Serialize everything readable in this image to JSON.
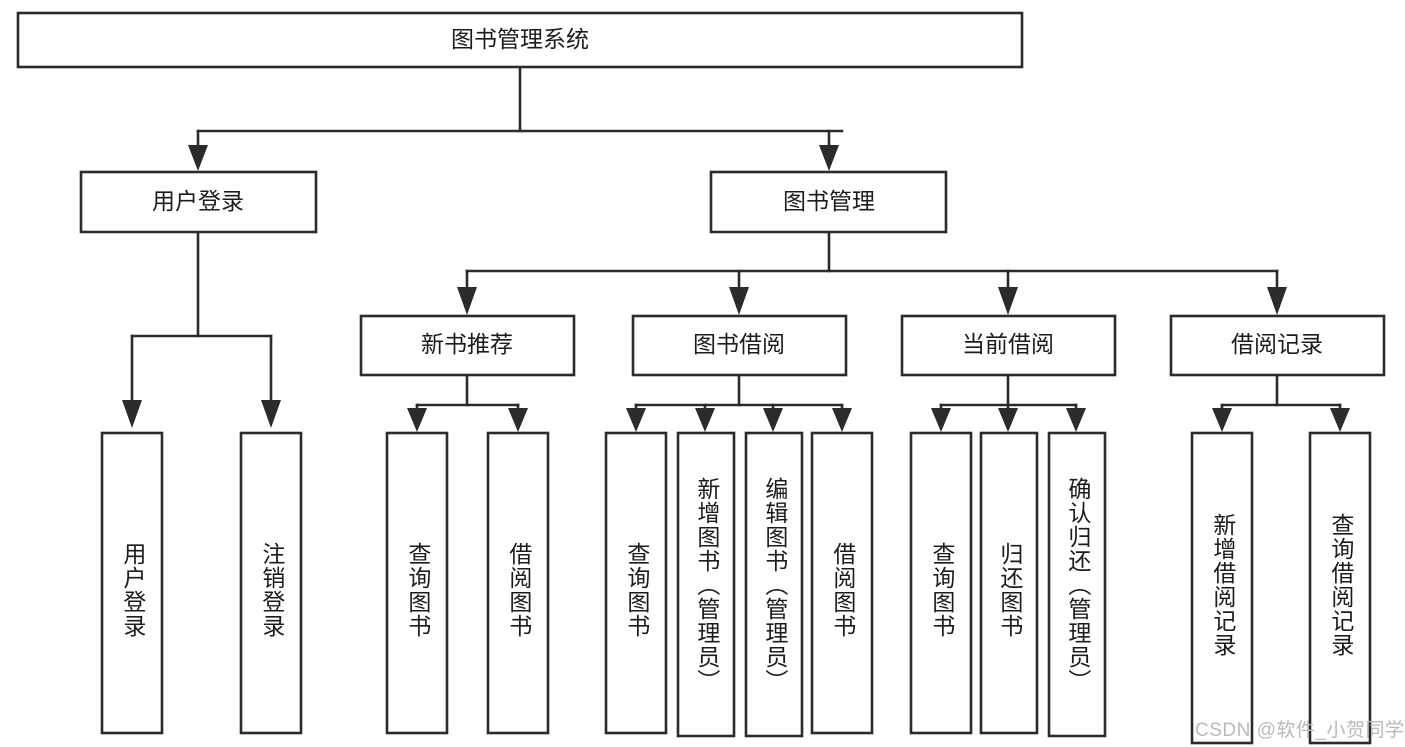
{
  "diagram": {
    "type": "tree-hierarchy",
    "title": "图书管理系统",
    "orientation": "top-down",
    "colors": {
      "box_stroke": "#2b2b2b",
      "box_fill": "#ffffff",
      "connector": "#2b2b2b",
      "text": "#1c1c1c",
      "background": "#ffffff",
      "watermark": "#b9b9b9"
    },
    "root": {
      "id": "root",
      "label": "图书管理系统",
      "orientation": "horizontal"
    },
    "level2": [
      {
        "id": "user-login",
        "label": "用户登录",
        "orientation": "horizontal"
      },
      {
        "id": "book-manage",
        "label": "图书管理",
        "orientation": "horizontal"
      }
    ],
    "level3": [
      {
        "id": "new-book-recommend",
        "label": "新书推荐",
        "orientation": "horizontal",
        "parent": "book-manage"
      },
      {
        "id": "book-borrow",
        "label": "图书借阅",
        "orientation": "horizontal",
        "parent": "book-manage"
      },
      {
        "id": "current-borrow",
        "label": "当前借阅",
        "orientation": "horizontal",
        "parent": "book-manage"
      },
      {
        "id": "borrow-record",
        "label": "借阅记录",
        "orientation": "horizontal",
        "parent": "book-manage"
      }
    ],
    "leaves": [
      {
        "id": "leaf-user-login",
        "label": "用户登录",
        "orientation": "vertical",
        "parent": "user-login"
      },
      {
        "id": "leaf-user-logout",
        "label": "注销登录",
        "orientation": "vertical",
        "parent": "user-login"
      },
      {
        "id": "leaf-query-book-rec",
        "label": "查询图书",
        "orientation": "vertical",
        "parent": "new-book-recommend"
      },
      {
        "id": "leaf-borrow-book-rec",
        "label": "借阅图书",
        "orientation": "vertical",
        "parent": "new-book-recommend"
      },
      {
        "id": "leaf-query-book-borrow",
        "label": "查询图书",
        "orientation": "vertical",
        "parent": "book-borrow"
      },
      {
        "id": "leaf-add-book",
        "label": "新增图书（管理员）",
        "orientation": "vertical",
        "parent": "book-borrow"
      },
      {
        "id": "leaf-edit-book",
        "label": "编辑图书（管理员）",
        "orientation": "vertical",
        "parent": "book-borrow"
      },
      {
        "id": "leaf-borrow-book",
        "label": "借阅图书",
        "orientation": "vertical",
        "parent": "book-borrow"
      },
      {
        "id": "leaf-query-book-cur",
        "label": "查询图书",
        "orientation": "vertical",
        "parent": "current-borrow"
      },
      {
        "id": "leaf-return-book",
        "label": "归还图书",
        "orientation": "vertical",
        "parent": "current-borrow"
      },
      {
        "id": "leaf-confirm-return",
        "label": "确认归还（管理员）",
        "orientation": "vertical",
        "parent": "current-borrow"
      },
      {
        "id": "leaf-add-record",
        "label": "新增借阅记录",
        "orientation": "vertical",
        "parent": "borrow-record"
      },
      {
        "id": "leaf-query-record",
        "label": "查询借阅记录",
        "orientation": "vertical",
        "parent": "borrow-record"
      }
    ]
  },
  "watermark": {
    "text": "CSDN @软件_小贺同学"
  }
}
